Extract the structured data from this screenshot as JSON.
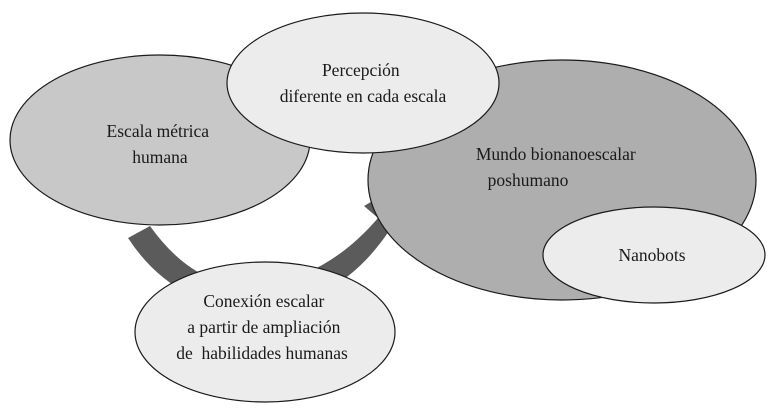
{
  "nodes": {
    "escala": {
      "lines": [
        "Escala métrica",
        "humana"
      ]
    },
    "percepcion": {
      "lines": [
        "Percepción",
        "diferente en cada escala"
      ]
    },
    "mundo": {
      "lines": [
        "Mundo bionanoescalar",
        "poshumano"
      ]
    },
    "nanobots": {
      "lines": [
        "Nanobots"
      ]
    },
    "conexion": {
      "lines": [
        "Conexión escalar",
        "a partir de ampliación",
        "de  habilidades humanas"
      ]
    }
  },
  "colors": {
    "light_fill": "#ececec",
    "mid_fill": "#c8c8c8",
    "dark_fill": "#aeaeae",
    "arrow": "#5b5b5b",
    "stroke": "#1a1a1a"
  }
}
